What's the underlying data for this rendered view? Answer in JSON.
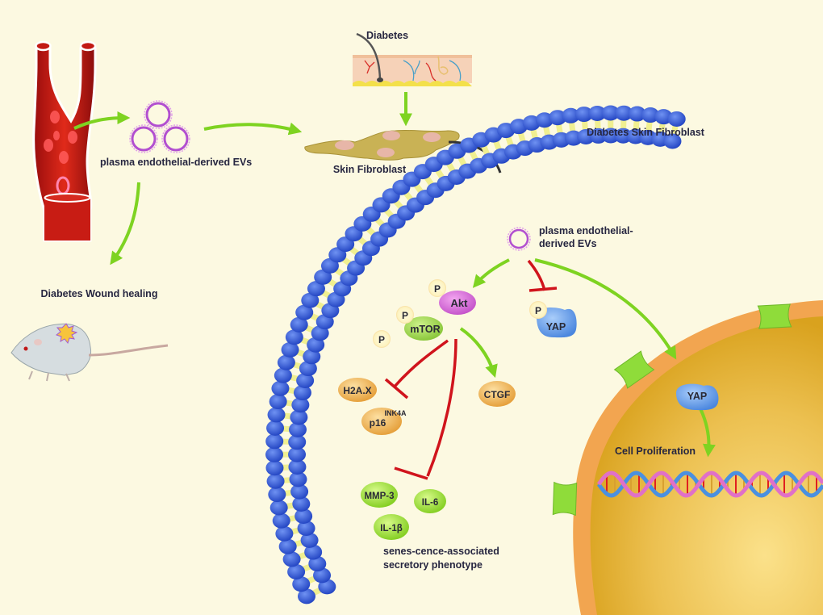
{
  "title": "Plasma endothelial-derived EVs in diabetes skin fibroblast signaling",
  "labels": {
    "evs_left": "plasma endothelial-derived EVs",
    "diabetes": "Diabetes",
    "skin_fibroblast": "Skin Fibroblast",
    "diabetes_skin_fibroblast": "Diabetes Skin Fibroblast",
    "wound_healing": "Diabetes Wound healing",
    "evs_inside_line1": "plasma endothelial-",
    "evs_inside_line2": "derived EVs",
    "cell_proliferation": "Cell Proliferation",
    "sasp_line1": "senes-cence-associated",
    "sasp_line2": "secretory phenotype"
  },
  "nodes": {
    "akt": "Akt",
    "mtor": "mTOR",
    "yap_cyto": "YAP",
    "yap_nuc": "YAP",
    "p": "P",
    "h2ax": "H2A.X",
    "p16": "p16",
    "p16_sup": "INK4A",
    "ctgf": "CTGF",
    "mmp3": "MMP-3",
    "il6": "IL-6",
    "il1b": "IL-1β"
  },
  "colors": {
    "background": "#fcf9e1",
    "activate_arrow": "#7ed321",
    "inhibit_line": "#d0141c",
    "membrane_head": "#3a64d8",
    "membrane_tail": "#f0ef90",
    "nucleus_envelope": "#f2a550",
    "nucleus_fill": "#e8b52a",
    "ev_ring": "#b24fd0",
    "akt": "#d86bd9",
    "mtor": "#9ad14a",
    "yap": "#5c9be8",
    "orange_node": "#f0b354",
    "green_node": "#93d92a"
  }
}
